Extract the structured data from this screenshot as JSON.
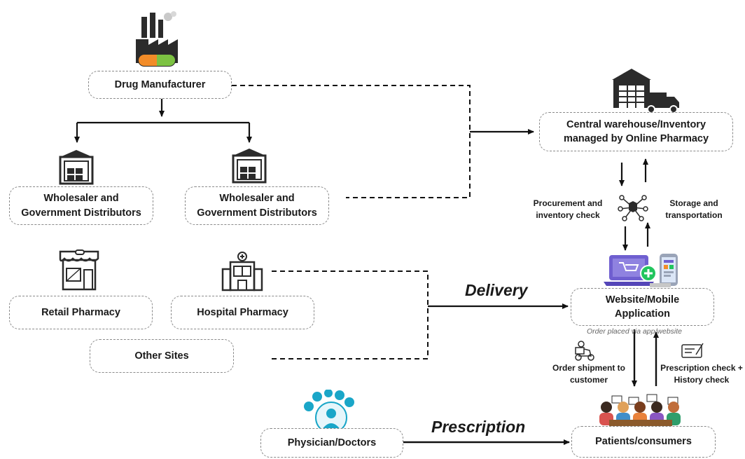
{
  "nodes": {
    "manufacturer": "Drug Manufacturer",
    "wholesaler_left": "Wholesaler and Government Distributors",
    "wholesaler_right": "Wholesaler and Government Distributors",
    "retail_pharmacy": "Retail Pharmacy",
    "hospital_pharmacy": "Hospital Pharmacy",
    "other_sites": "Other Sites",
    "warehouse": "Central warehouse/Inventory managed by Online Pharmacy",
    "website": "Website/Mobile Application",
    "patients": "Patients/consumers",
    "physician": "Physician/Doctors"
  },
  "labels": {
    "procurement": "Procurement and inventory check",
    "storage": "Storage and transportation",
    "order_shipment": "Order shipment to customer",
    "prescription_check": "Prescription check + History check",
    "order_note": "Order placed via app/website"
  },
  "flows": {
    "delivery": "Delivery",
    "prescription": "Prescription"
  },
  "colors": {
    "border": "#8a8a8a",
    "line": "#111111",
    "icon_dark": "#2b2b2b",
    "factory_orange": "#f28c28",
    "factory_green": "#7cc242",
    "app_purple": "#6f5fd0",
    "app_green": "#22c55e",
    "doctor_teal": "#1aa6c8"
  }
}
